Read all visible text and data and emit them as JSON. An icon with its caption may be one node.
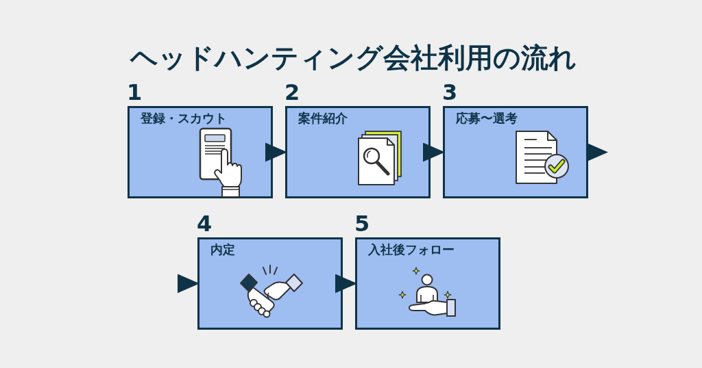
{
  "diagram": {
    "title": "ヘッドハンティング会社利用の流れ",
    "nodes": [
      {
        "text": [
          "1",
          "登録・スカウト"
        ]
      },
      {
        "text": [
          "2",
          "案件紹介"
        ]
      },
      {
        "text": [
          "3",
          "応募〜選考"
        ]
      },
      {
        "text": [
          "4",
          "内定"
        ]
      },
      {
        "text": [
          "5",
          "入社後フォロー"
        ]
      }
    ],
    "edges": [
      {
        "from": 0,
        "to": 1,
        "arrow": "to"
      },
      {
        "from": 1,
        "to": 2,
        "arrow": "to"
      },
      {
        "from": 2,
        "to": null,
        "arrow": "to"
      },
      {
        "from": null,
        "to": 3,
        "arrow": "to"
      },
      {
        "from": 3,
        "to": 4,
        "arrow": "to"
      }
    ]
  }
}
